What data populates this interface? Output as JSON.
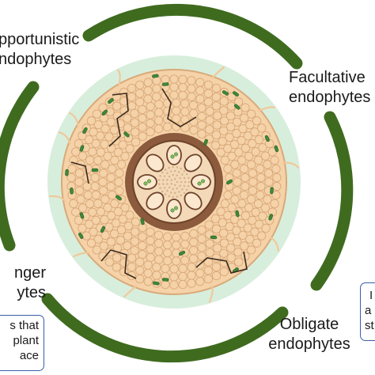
{
  "labels": {
    "opportunistic": [
      "pportunistic",
      "ndophytes"
    ],
    "facultative": [
      "Facultative",
      "endophytes"
    ],
    "obligate": [
      "Obligate",
      "endophytes"
    ],
    "passenger": [
      "nger",
      "ytes"
    ]
  },
  "boxes": {
    "left": [
      "s that",
      "plant",
      "ace"
    ],
    "right": [
      "I",
      "a",
      "st"
    ]
  },
  "colors": {
    "arc": "#3f6b1f",
    "halo": "#d8eedc",
    "cortex_cell": "#f5d2a8",
    "cortex_stroke": "#d9a979",
    "stele_ring": "#8c5a3c",
    "stele_inner": "#f3d9b8",
    "bacteria": "#3c8a3a",
    "hypha": "#3b2a1e",
    "root_hair": "#f0c89a",
    "box_border": "#3a5fa8"
  },
  "icons": [
    "root-cross-section-illustration",
    "bacteria-icon",
    "fungal-hypha-icon"
  ]
}
